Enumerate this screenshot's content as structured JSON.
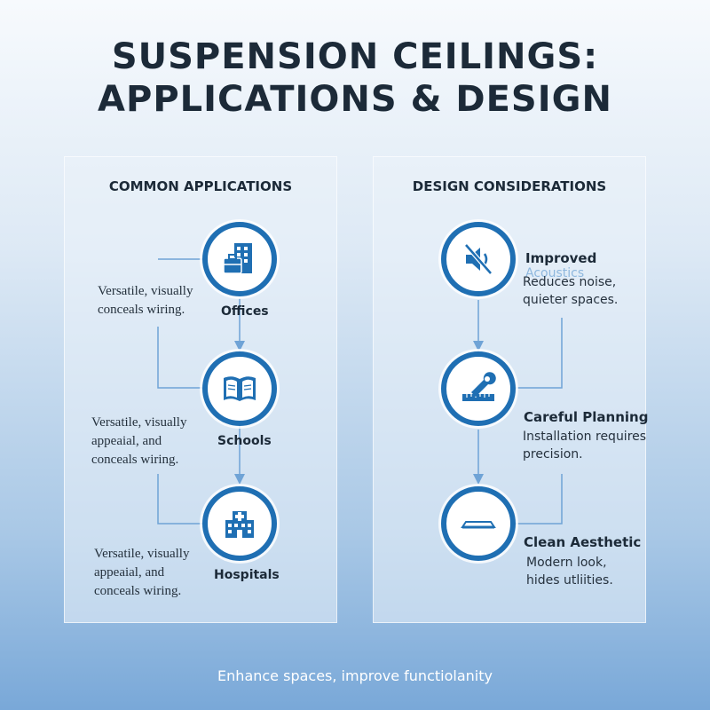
{
  "title": {
    "line1": "SUSPENSION CEILINGS:",
    "line2": "APPLICATIONS & DESIGN"
  },
  "applications": {
    "heading": "COMMON APPLICATIONS",
    "items": [
      {
        "label": "Offices",
        "icon": "office-building-icon",
        "description": "Versatile, visually conceals wiring."
      },
      {
        "label": "Schools",
        "icon": "book-icon",
        "description": "Versatile, visually appeaial, and conceals wiring."
      },
      {
        "label": "Hospitals",
        "icon": "hospital-icon",
        "description": "Versatile, visually appeaial, and conceals wiring."
      }
    ]
  },
  "design": {
    "heading": "DESIGN CONSIDERATIONS",
    "items": [
      {
        "title": "Improved",
        "subtitle": "Acoustics",
        "icon": "muted-speaker-icon",
        "description": "Reduces noise, quieter spaces."
      },
      {
        "title": "Careful Planning",
        "icon": "wrench-ruler-icon",
        "description": "Installation requires precision."
      },
      {
        "title": "Clean Aesthetic",
        "icon": "ceiling-panel-icon",
        "description": "Modern look, hides utliities."
      }
    ]
  },
  "footer": "Enhance spaces, improve functiolanity",
  "colors": {
    "accent": "#1f6fb3",
    "connector": "#6fa3d6",
    "title": "#1c2a38"
  }
}
